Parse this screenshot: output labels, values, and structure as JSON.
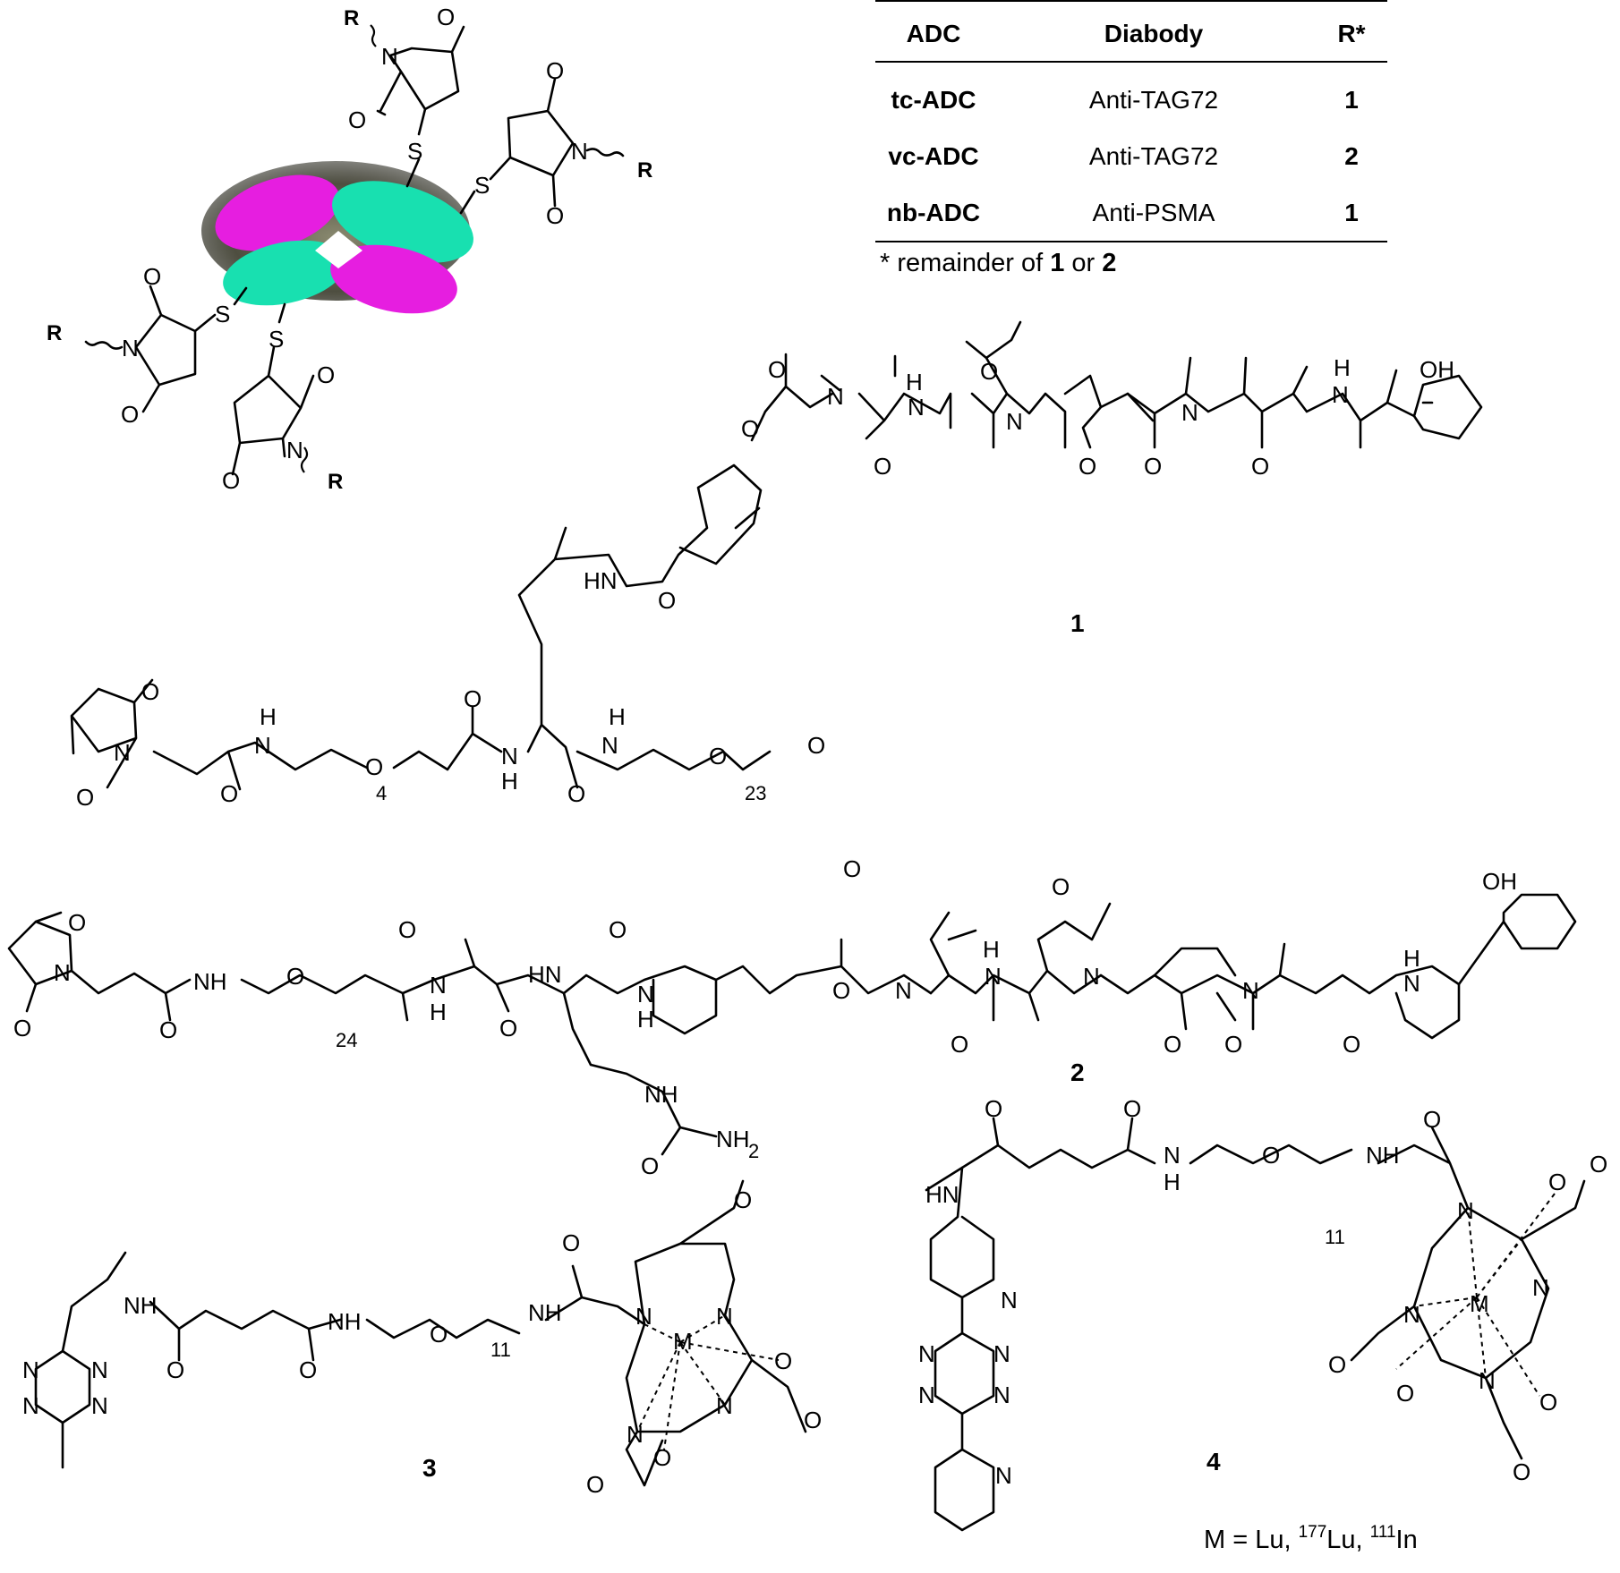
{
  "table": {
    "headers": [
      "ADC",
      "Diabody",
      "R*"
    ],
    "rows": [
      {
        "adc": "tc-ADC",
        "diabody": "Anti-TAG72",
        "r": "1"
      },
      {
        "adc": "vc-ADC",
        "diabody": "Anti-TAG72",
        "r": "2"
      },
      {
        "adc": "nb-ADC",
        "diabody": "Anti-PSMA",
        "r": "1"
      }
    ],
    "note_prefix": "* remainder of",
    "note_a": "1",
    "note_mid": "or",
    "note_b": "2"
  },
  "diabody": {
    "substituent_label": "R",
    "sulfur": "S",
    "colors": {
      "magenta": "#e61ee0",
      "teal": "#18e0b0",
      "shadow": "#5a5a4a"
    }
  },
  "compounds": {
    "one": "1",
    "two": "2",
    "three": "3",
    "four": "4"
  },
  "labels": {
    "peg4": "4",
    "peg23": "23",
    "peg24": "24",
    "peg11a": "11",
    "peg11b": "11",
    "metal": "M",
    "oh": "OH",
    "nh2": "NH",
    "nh2_sub": "2"
  },
  "metal_note": {
    "prefix": "M = Lu, ",
    "iso1_mass": "177",
    "iso1_el": "Lu, ",
    "iso2_mass": "111",
    "iso2_el": "In"
  }
}
